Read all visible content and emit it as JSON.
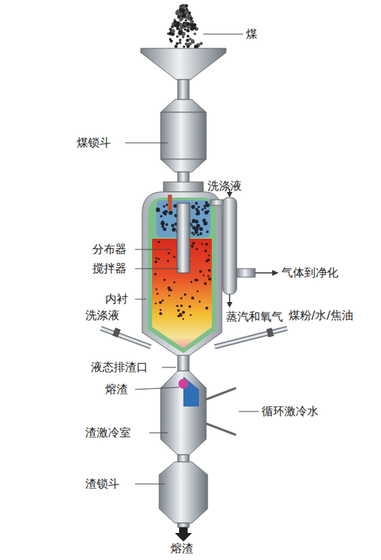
{
  "diagram": {
    "labels": [
      "煤",
      "煤锁斗",
      "洗涤液",
      "分布器",
      "搅拌器",
      "气体到净化",
      "内衬",
      "洗涤液",
      "蒸汽和氧气",
      "煤粉/水/焦油",
      "液态排渣口",
      "熔渣",
      "循环激冷水",
      "渣激冷室",
      "渣锁斗",
      "熔渣"
    ]
  }
}
